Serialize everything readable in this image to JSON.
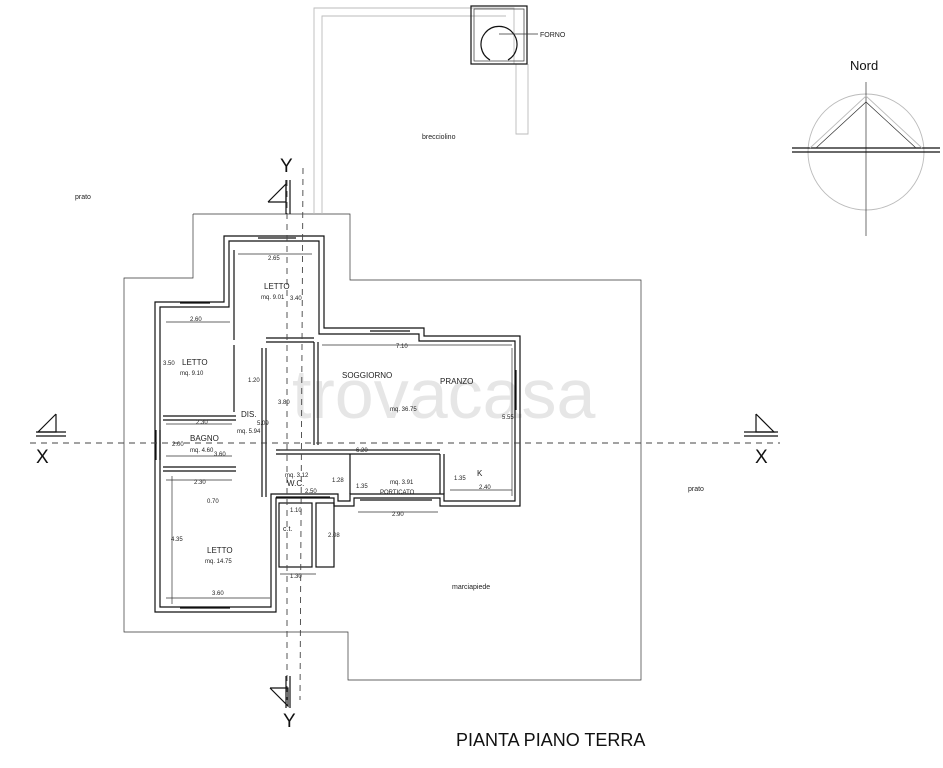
{
  "title": "PIANTA PIANO TERRA",
  "north": "Nord",
  "watermark": "trovacasa",
  "outdoor": {
    "forno": "FORNO",
    "brecciolino": "brecciolino",
    "prato_left": "prato",
    "prato_right": "prato",
    "marciapiede": "marciapiede"
  },
  "sections": {
    "y_top": "Y",
    "y_bottom": "Y",
    "x_left": "X",
    "x_right": "X"
  },
  "rooms": {
    "letto_top": {
      "name": "LETTO",
      "area": "mq. 9.01"
    },
    "letto_left": {
      "name": "LETTO",
      "area": "mq. 9.10"
    },
    "soggiorno": {
      "name": "SOGGIORNO"
    },
    "pranzo": {
      "name": "PRANZO",
      "area": "mq. 36.75"
    },
    "dis": {
      "name": "DIS.",
      "area": "mq. 5.94"
    },
    "bagno": {
      "name": "BAGNO",
      "area": "mq. 4.60"
    },
    "wc": {
      "name": "W.C.",
      "area": "mq. 3.12"
    },
    "porticato": {
      "name": "PORTICATO",
      "area": "mq. 3.91"
    },
    "k": {
      "name": "K"
    },
    "letto_bottom": {
      "name": "LETTO",
      "area": "mq. 14.75"
    },
    "ct": {
      "name": "c.t."
    }
  },
  "dimensions": {
    "d_265": "2.65",
    "d_340": "3.40",
    "d_260": "2.60",
    "d_350": "3.50",
    "d_120": "1.20",
    "d_380": "3.80",
    "d_710": "7.10",
    "d_555": "5.55",
    "d_230a": "2.30",
    "d_509": "5.09",
    "d_200": "2.00",
    "d_360a": "3.60",
    "d_620": "6.20",
    "d_230b": "2.30",
    "d_070": "0.70",
    "d_250": "2.50",
    "d_128": "1.28",
    "d_135a": "1.35",
    "d_135b": "1.35",
    "d_240": "2.40",
    "d_290": "2.90",
    "d_110": "1.10",
    "d_435": "4.35",
    "d_208": "2.08",
    "d_360b": "3.60",
    "d_130": "1.30"
  },
  "colors": {
    "lines": "#111111",
    "light_lines": "#bbbbbb",
    "watermark": "#e6e6e6"
  }
}
